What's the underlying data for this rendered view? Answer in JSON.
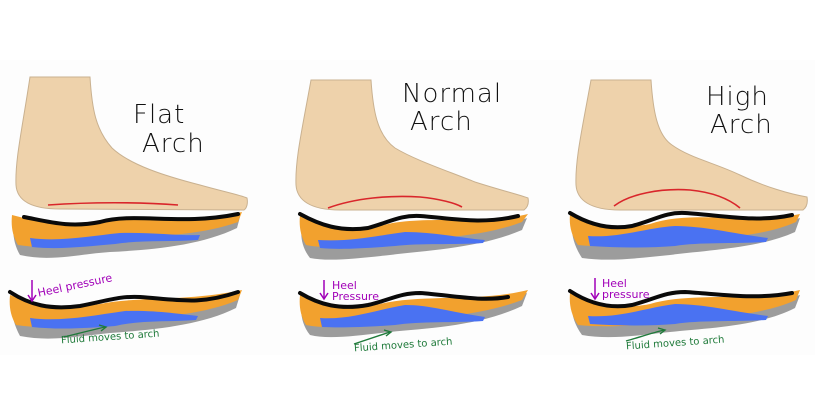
{
  "colors": {
    "skin": "#eed2ab",
    "skin_outline": "#c9b190",
    "arch_line": "#d9262b",
    "insole_top": "#0a0a0a",
    "foam": "#f2a12e",
    "fluid": "#4a72f2",
    "base": "#9c9c9c",
    "pressure_note": "#a100b8",
    "fluid_note": "#1f7a3a"
  },
  "panels": [
    {
      "id": "flat",
      "title_line1": "Flat",
      "title_line2": "Arch",
      "pressure_label": "Heel pressure",
      "fluid_label": "Fluid moves to arch"
    },
    {
      "id": "normal",
      "title_line1": "Normal",
      "title_line2": "Arch",
      "pressure_label_line1": "Heel",
      "pressure_label_line2": "Pressure",
      "fluid_label": "Fluid moves to arch"
    },
    {
      "id": "high",
      "title_line1": "High",
      "title_line2": "Arch",
      "pressure_label_line1": "Heel",
      "pressure_label_line2": "pressure",
      "fluid_label": "Fluid moves to arch"
    }
  ]
}
